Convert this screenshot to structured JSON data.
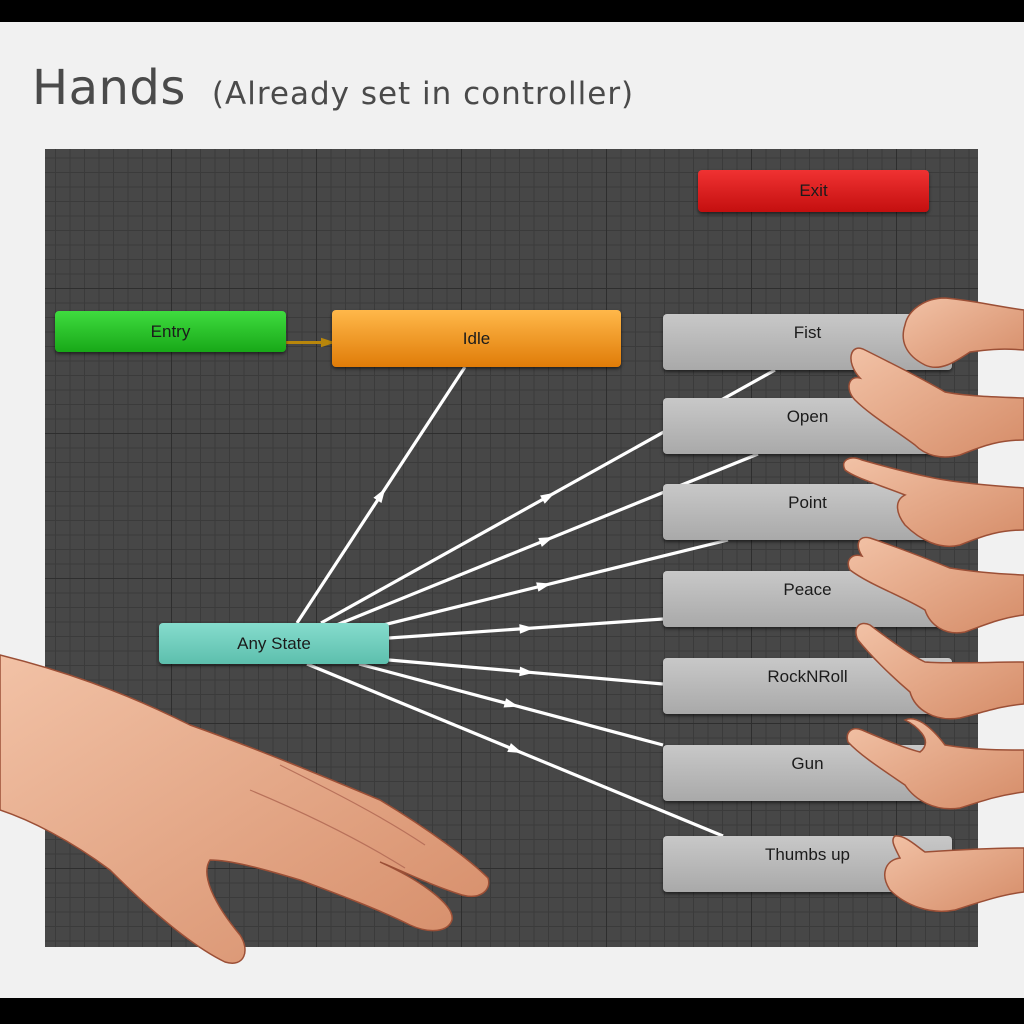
{
  "header": {
    "title": "Hands",
    "subtitle": "(Already set in controller)"
  },
  "graph": {
    "nodes": {
      "entry": {
        "label": "Entry",
        "color": "#2dc52d"
      },
      "idle": {
        "label": "Idle",
        "color": "#f0900f"
      },
      "exit": {
        "label": "Exit",
        "color": "#d91a1a"
      },
      "any_state": {
        "label": "Any State",
        "color": "#6fcdbd"
      },
      "fist": {
        "label": "Fist"
      },
      "open": {
        "label": "Open"
      },
      "point": {
        "label": "Point"
      },
      "peace": {
        "label": "Peace"
      },
      "rocknroll": {
        "label": "RockNRoll"
      },
      "gun": {
        "label": "Gun"
      },
      "thumbs_up": {
        "label": "Thumbs up"
      }
    },
    "edges": [
      {
        "from": "entry",
        "to": "idle",
        "color": "#b8860b"
      },
      {
        "from": "any_state",
        "to": "idle",
        "color": "#ffffff"
      },
      {
        "from": "any_state",
        "to": "fist",
        "color": "#ffffff"
      },
      {
        "from": "any_state",
        "to": "open",
        "color": "#ffffff"
      },
      {
        "from": "any_state",
        "to": "point",
        "color": "#ffffff"
      },
      {
        "from": "any_state",
        "to": "peace",
        "color": "#ffffff"
      },
      {
        "from": "any_state",
        "to": "rocknroll",
        "color": "#ffffff"
      },
      {
        "from": "any_state",
        "to": "gun",
        "color": "#ffffff"
      },
      {
        "from": "any_state",
        "to": "thumbs_up",
        "color": "#ffffff"
      }
    ],
    "grid_color": "#474747"
  },
  "illustrations": {
    "skin_color": "#e9a987",
    "hand_poses": [
      "open-hand",
      "fist",
      "open",
      "point",
      "peace",
      "rocknroll",
      "gun",
      "thumbs-up"
    ]
  }
}
